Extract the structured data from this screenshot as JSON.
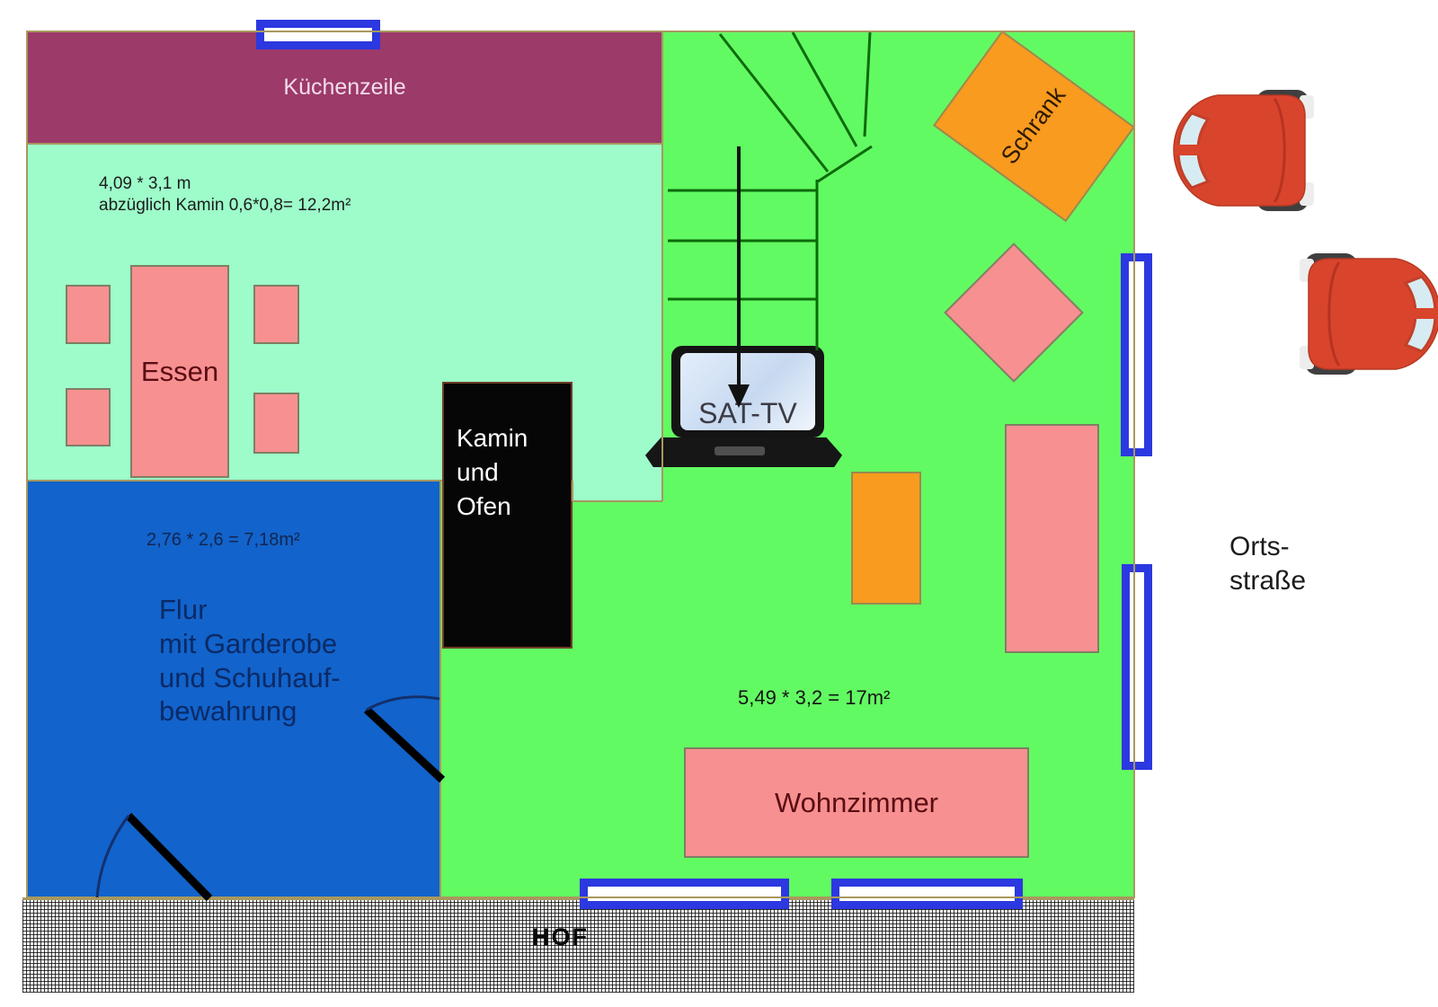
{
  "palette": {
    "kitchen_maroon": "#9c3a69",
    "dining_mint": "#9dfcca",
    "hall_blue": "#1263cb",
    "living_green": "#62fa62",
    "furniture_pink": "#f79090",
    "furniture_orange": "#f89b1f",
    "window_blue": "#2c38e0",
    "wall_outline": "#a8985e",
    "fireplace_black": "#060606",
    "stairs_line_green": "#0c6b0c",
    "room_label_dark_red": "#5a0d14",
    "hall_text_blue": "#0a2a66",
    "car_red": "#d9442c"
  },
  "rooms": {
    "kitchen": {
      "label": "Küchenzeile"
    },
    "dining": {
      "area_note": "4,09 * 3,1 m\nabzüglich Kamin 0,6*0,8= 12,2m²",
      "table_label": "Essen"
    },
    "hall": {
      "area_note": "2,76 * 2,6 = 7,18m²",
      "label": "Flur\nmit Garderobe\nund Schuhauf-\nbewahrung"
    },
    "fireplace": {
      "label": "Kamin\nund\nOfen"
    },
    "living": {
      "area_note": "5,49 * 3,2 = 17m²",
      "sofa_label": "Wohnzimmer",
      "wardrobe_label": "Schrank"
    },
    "tv": {
      "label": "SAT-TV"
    },
    "yard": {
      "label": "HOF"
    },
    "street": {
      "label": "Orts-\nstraße"
    }
  }
}
